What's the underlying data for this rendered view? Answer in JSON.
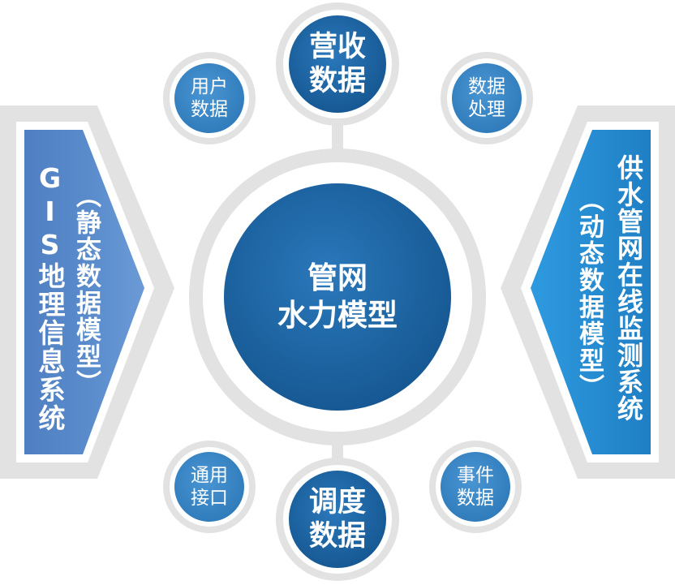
{
  "colors": {
    "dark_blue": "#1a5fa0",
    "mid_blue": "#3a86c8",
    "light_blue": "#2c93d8",
    "steel_blue": "#5a86c4",
    "ring_grey": "#e2e2e2"
  },
  "center": {
    "line1": "管网",
    "line2": "水力模型"
  },
  "top_node": {
    "line1": "营收",
    "line2": "数据"
  },
  "bottom_node": {
    "line1": "调度",
    "line2": "数据"
  },
  "satellites": {
    "top_left": {
      "line1": "用户",
      "line2": "数据"
    },
    "top_right": {
      "line1": "数据",
      "line2": "处理"
    },
    "bottom_left": {
      "line1": "通用",
      "line2": "接口"
    },
    "bottom_right": {
      "line1": "事件",
      "line2": "数据"
    }
  },
  "left_panel": {
    "title": "GIS地理信息系统",
    "subtitle": "（静态数据模型）"
  },
  "right_panel": {
    "title": "供水管网在线监测系统",
    "subtitle": "（动态数据模型）"
  }
}
